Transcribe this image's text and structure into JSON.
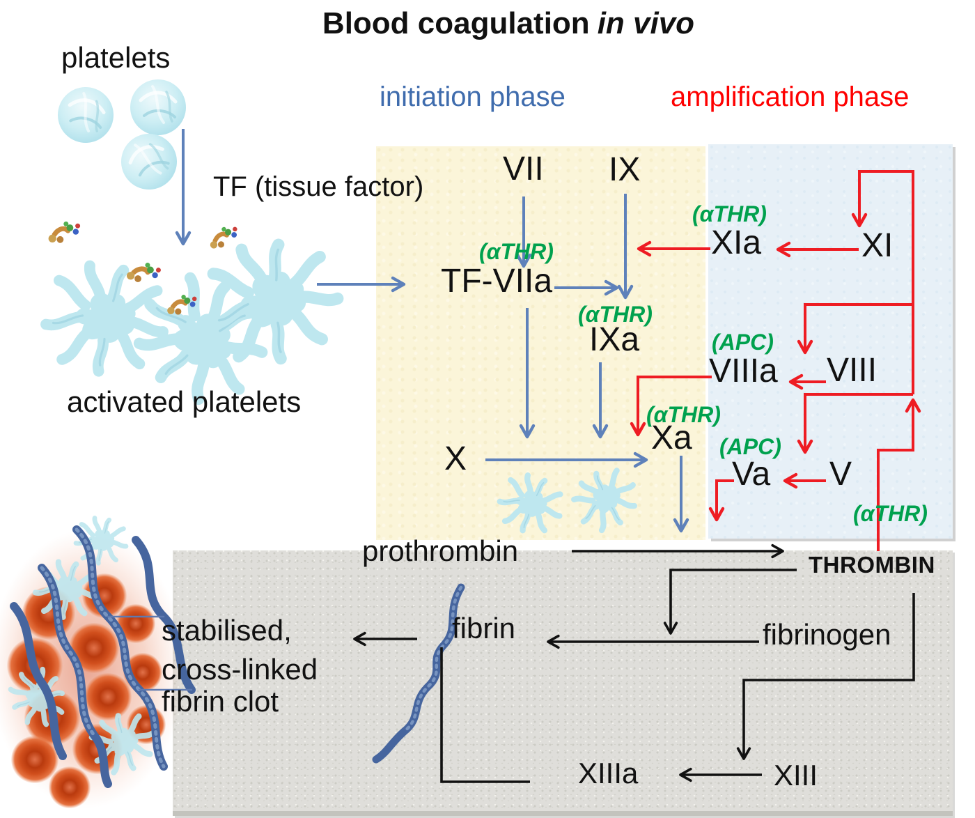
{
  "title": {
    "main": "Blood coagulation",
    "emphasis": "in vivo"
  },
  "phases": {
    "initiation": "initiation phase",
    "amplification": "amplification phase"
  },
  "annotations": {
    "platelets": "platelets",
    "tissue_factor": "TF (tissue factor)",
    "activated_platelets": "activated platelets",
    "clot_line1": "stabilised,",
    "clot_line2": "cross-linked",
    "clot_line3": "fibrin clot"
  },
  "factors": {
    "vii": "VII",
    "ix": "IX",
    "tf_viia": "TF-VIIa",
    "ixa": "IXa",
    "x": "X",
    "xa": "Xa",
    "xia": "XIa",
    "xi": "XI",
    "viiia": "VIIIa",
    "viii": "VIII",
    "va": "Va",
    "v": "V",
    "xiiia": "XIIIa",
    "xiii": "XIII",
    "prothrombin": "prothrombin",
    "thrombin": "THROMBIN",
    "fibrinogen": "fibrinogen",
    "fibrin": "fibrin"
  },
  "modifiers": {
    "athr": "(αTHR)",
    "apc": "(APC)"
  },
  "colors": {
    "arrow_blue": "#5e81ba",
    "arrow_red": "#ee1c23",
    "arrow_black": "#111111",
    "green_label": "#00a14e",
    "phase_blue": "#3f6cad",
    "phase_red": "#fe0000",
    "box_initiation": "#fbf5d9",
    "box_amplification": "#e7f0f7",
    "box_final": "#dfdeda",
    "platelet_fill": "#bee7ef",
    "fibrin_strand": "#46659e",
    "red_cell": "#c2410f"
  },
  "edges": [
    {
      "from": "platelets",
      "to": "activated platelets",
      "color": "blue"
    },
    {
      "from": "activated platelets",
      "to": "TF-VIIa",
      "color": "blue"
    },
    {
      "from": "VII",
      "to": "TF-VIIa",
      "color": "blue"
    },
    {
      "from": "IX",
      "to": "IXa",
      "color": "blue"
    },
    {
      "from": "TF-VIIa",
      "to": "IX->IXa",
      "color": "blue"
    },
    {
      "from": "TF-VIIa",
      "to": "Xa",
      "color": "blue"
    },
    {
      "from": "IXa",
      "to": "Xa",
      "color": "blue"
    },
    {
      "from": "X",
      "to": "Xa",
      "color": "blue"
    },
    {
      "from": "Xa",
      "to": "prothrombin->THROMBIN",
      "color": "blue"
    },
    {
      "from": "THROMBIN",
      "to": "XI",
      "color": "red"
    },
    {
      "from": "XI",
      "to": "XIa",
      "color": "red"
    },
    {
      "from": "XIa",
      "to": "IX->IXa",
      "color": "red"
    },
    {
      "from": "THROMBIN",
      "to": "VIII",
      "color": "red"
    },
    {
      "from": "VIII",
      "to": "VIIIa",
      "color": "red"
    },
    {
      "from": "VIIIa",
      "to": "Xa",
      "color": "red"
    },
    {
      "from": "THROMBIN",
      "to": "V",
      "color": "red"
    },
    {
      "from": "V",
      "to": "Va",
      "color": "red"
    },
    {
      "from": "Va",
      "to": "prothrombin->THROMBIN",
      "color": "red"
    },
    {
      "from": "prothrombin",
      "to": "THROMBIN",
      "color": "black"
    },
    {
      "from": "THROMBIN",
      "to": "fibrinogen->fibrin",
      "color": "black"
    },
    {
      "from": "fibrinogen",
      "to": "fibrin",
      "color": "black"
    },
    {
      "from": "fibrin",
      "to": "stabilised cross-linked fibrin clot",
      "color": "black"
    },
    {
      "from": "THROMBIN",
      "to": "XIII",
      "color": "black"
    },
    {
      "from": "XIII",
      "to": "XIIIa",
      "color": "black"
    },
    {
      "from": "fibrin",
      "to": "XIIIa",
      "color": "black"
    }
  ]
}
